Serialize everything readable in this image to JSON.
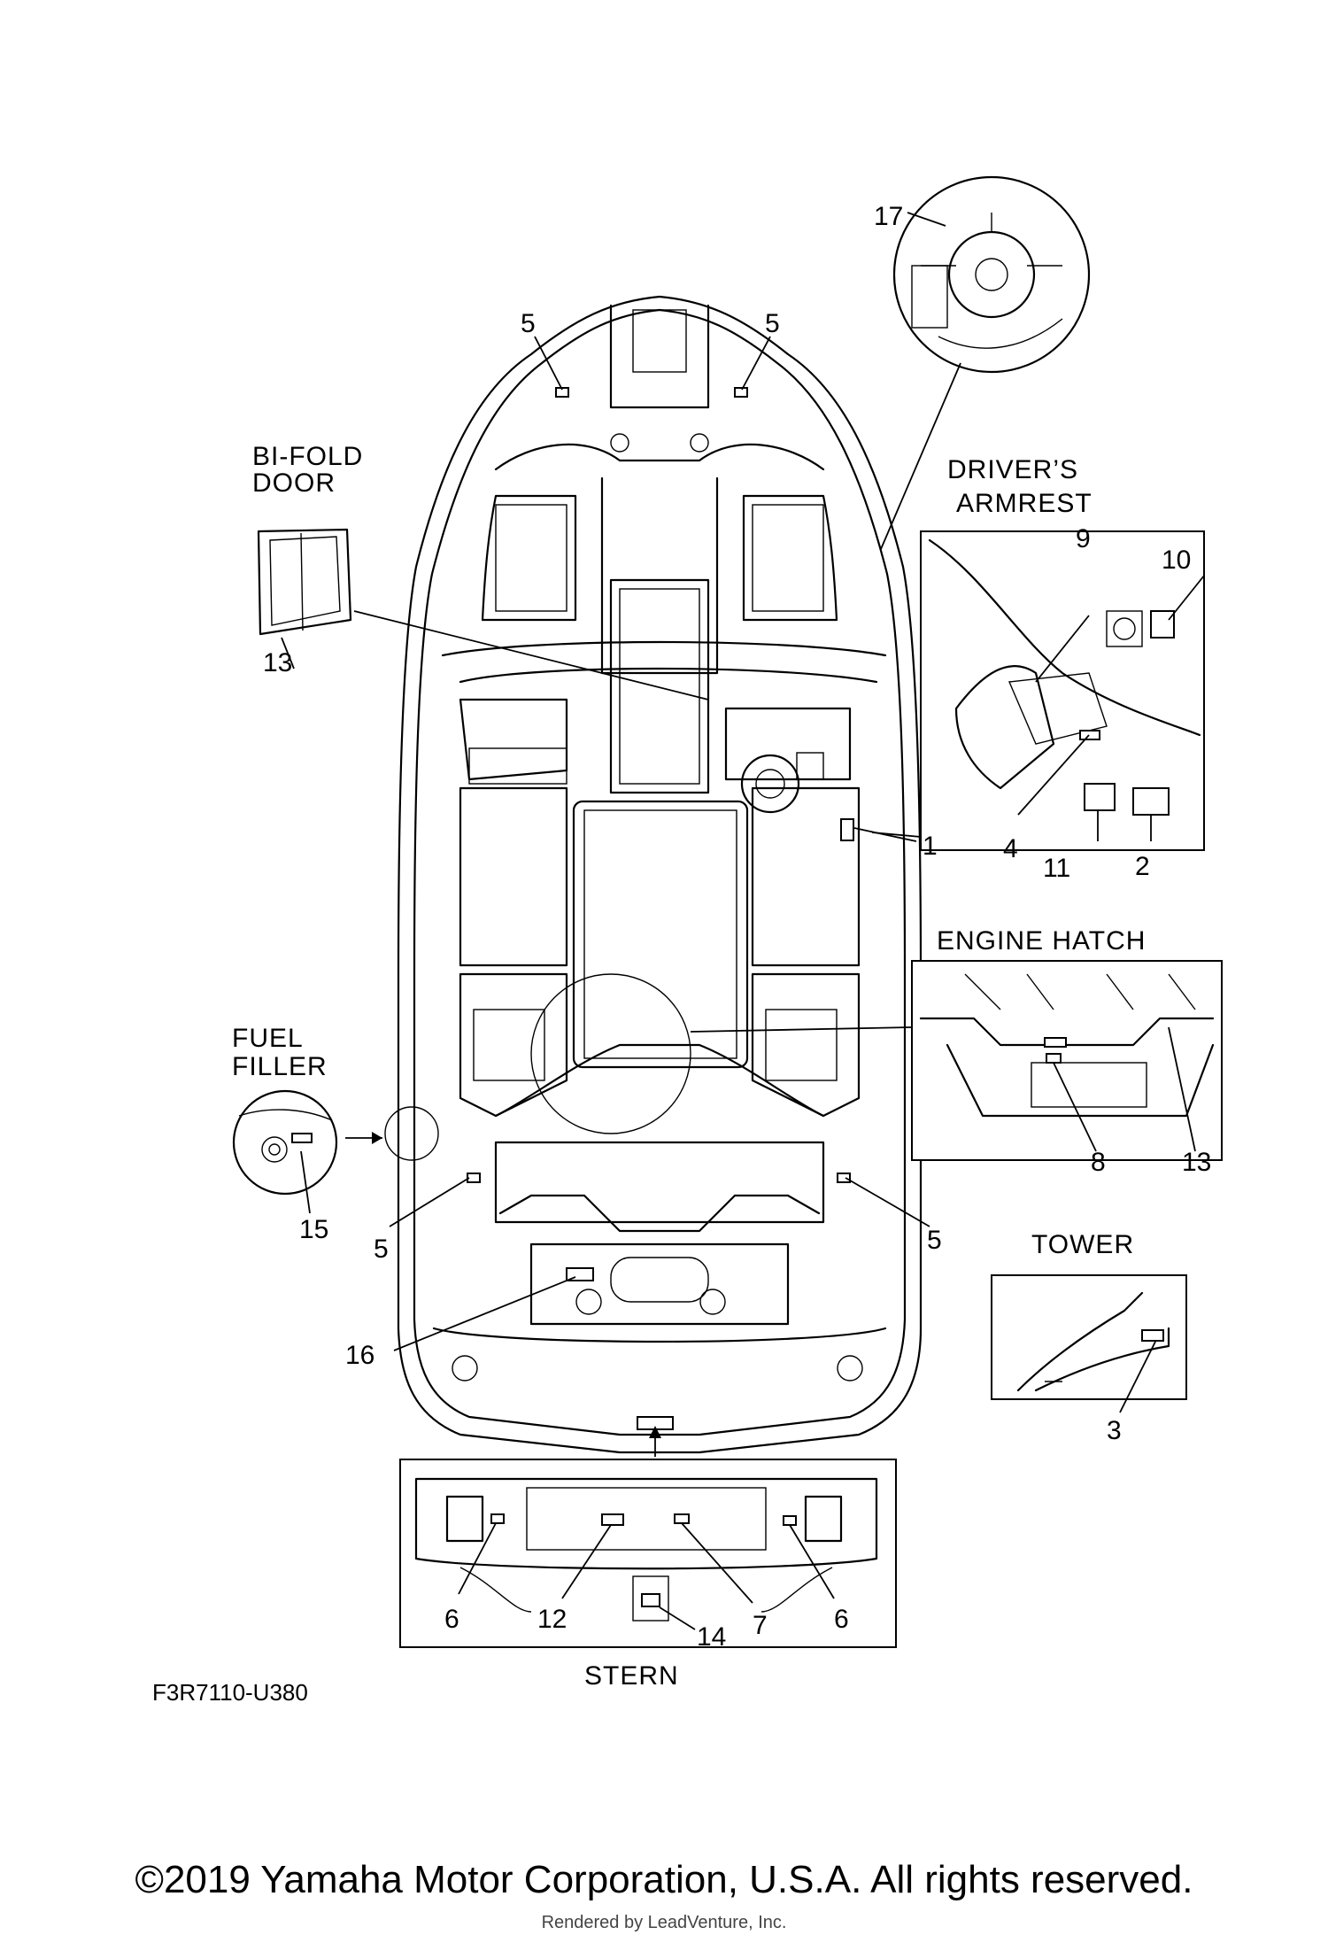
{
  "callouts": {
    "bifold_door": [
      "BI-FOLD",
      "DOOR"
    ],
    "drivers_armrest": [
      "DRIVER’S",
      "ARMREST"
    ],
    "engine_hatch": "ENGINE HATCH",
    "fuel_filler": [
      "FUEL",
      "FILLER"
    ],
    "tower": "TOWER",
    "stern": "STERN"
  },
  "part_numbers": {
    "p1": "1",
    "p2": "2",
    "p3": "3",
    "p4": "4",
    "p5a": "5",
    "p5b": "5",
    "p5c": "5",
    "p5d": "5",
    "p6a": "6",
    "p6b": "6",
    "p7": "7",
    "p8": "8",
    "p9": "9",
    "p10": "10",
    "p11": "11",
    "p12": "12",
    "p13a": "13",
    "p13b": "13",
    "p14": "14",
    "p15": "15",
    "p16": "16",
    "p17": "17"
  },
  "figure_code": "F3R7110-U380",
  "copyright": "©2019 Yamaha Motor Corporation, U.S.A. All rights reserved.",
  "rendered_by": "Rendered by LeadVenture, Inc."
}
